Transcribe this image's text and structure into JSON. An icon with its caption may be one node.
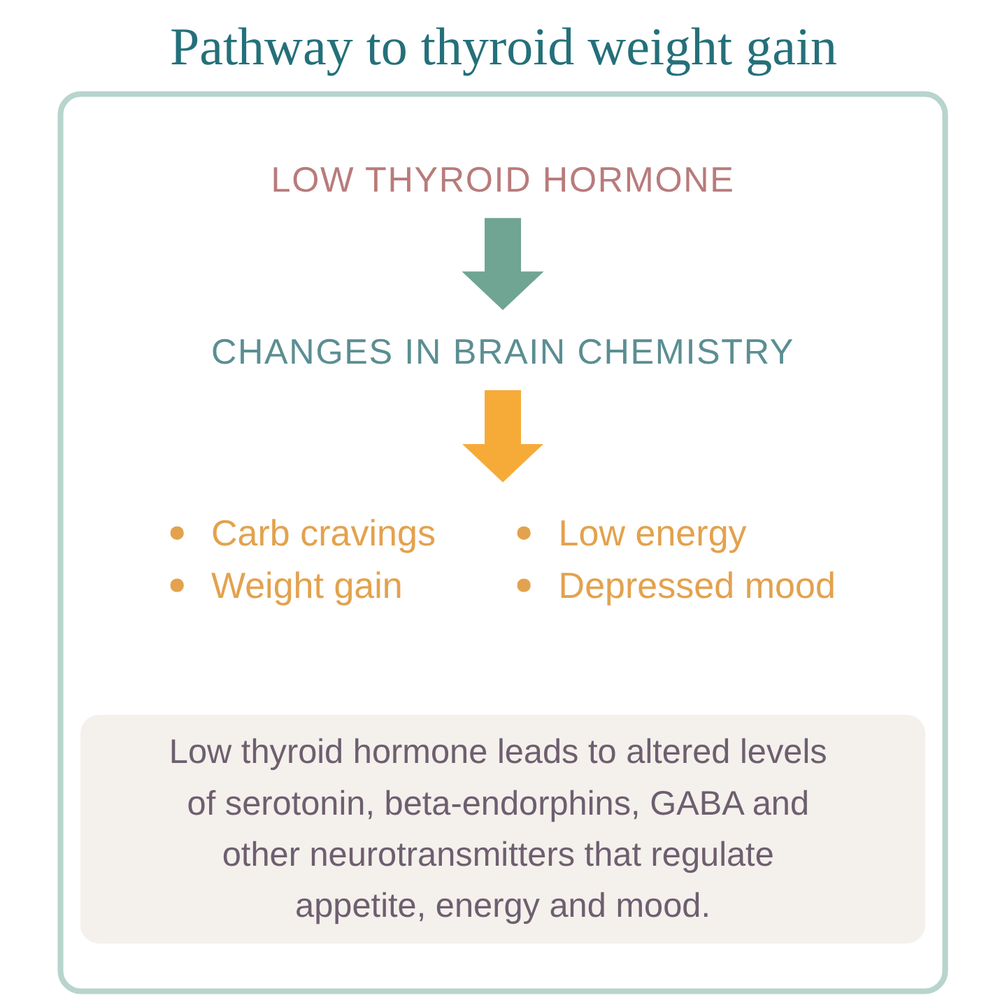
{
  "diagram": {
    "title": "Pathway to thyroid weight gain",
    "nodes": [
      {
        "text": [],
        "shape": "box"
      },
      {
        "text": [
          "LOW THYROID HORMONE"
        ],
        "in": 0
      },
      {
        "text": [
          "CHANGES IN BRAIN CHEMISTRY"
        ],
        "in": 0
      },
      {
        "text": [
          "Carb cravings",
          "Low energy",
          "Weight gain",
          "Depressed mood"
        ],
        "in": 0
      },
      {
        "text": [
          "Low thyroid hormone leads to altered levels of serotonin, beta-endorphins, GABA and other neurotransmitters that regulate appetite, energy and mood."
        ],
        "in": 0
      }
    ],
    "edges": [
      {
        "from": 1,
        "to": 2,
        "arrow": "to",
        "color": "#6fa592"
      },
      {
        "from": 2,
        "to": 3,
        "arrow": "to",
        "color": "#f6ab39"
      }
    ]
  }
}
